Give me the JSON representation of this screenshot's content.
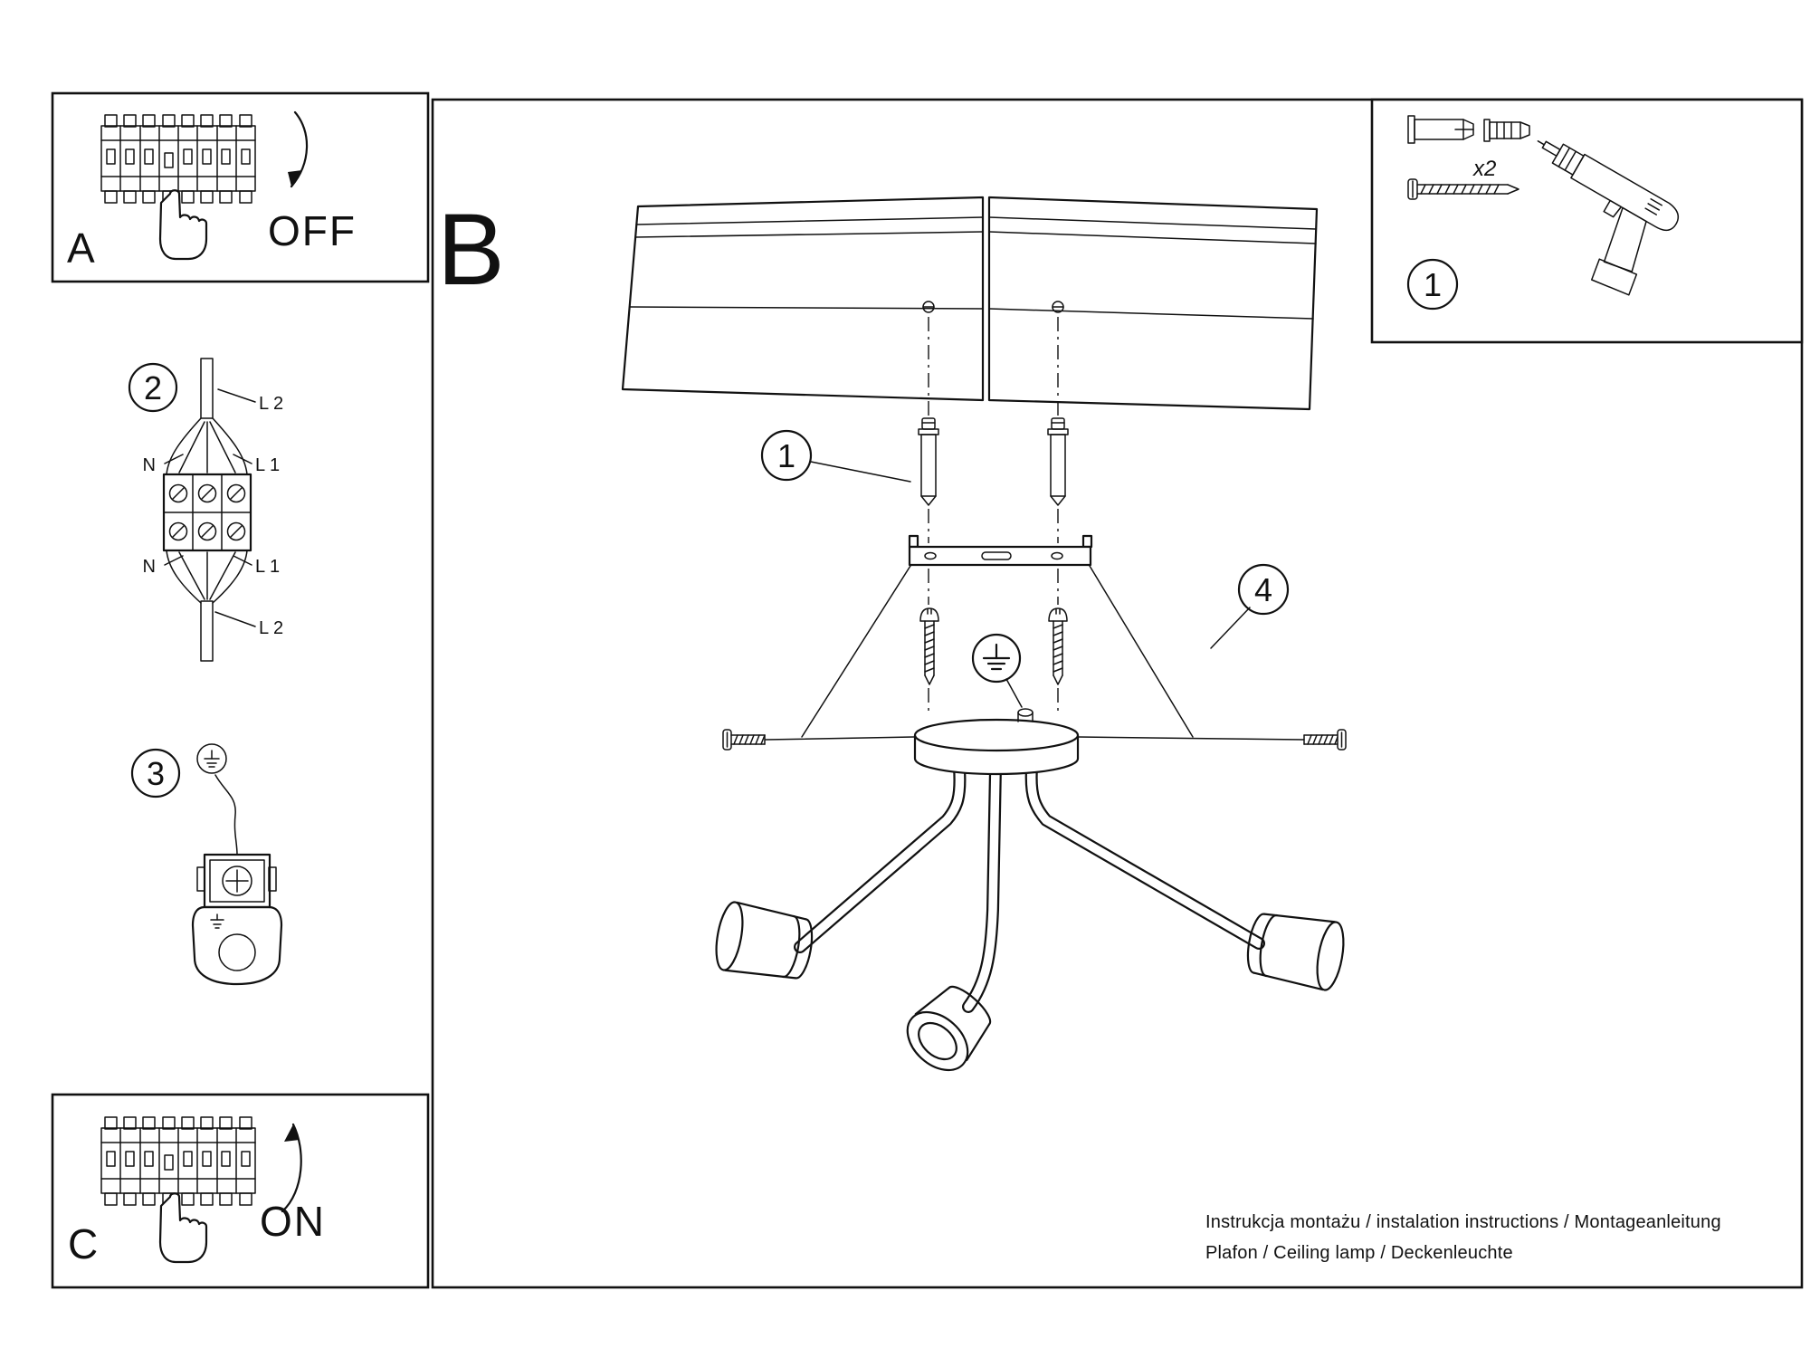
{
  "panel_a": {
    "label": "A",
    "state": "OFF"
  },
  "panel_b": {
    "label": "B"
  },
  "panel_c": {
    "label": "C",
    "state": "ON"
  },
  "callouts": {
    "main_step1": "1",
    "main_step4": "4",
    "wiring_step": "2",
    "ground_step": "3"
  },
  "hardware": {
    "step": "1",
    "quantity": "x2"
  },
  "wiring": {
    "labels": {
      "top": "L 2",
      "upper_right": "L 1",
      "upper_left": "N",
      "lower_left": "N",
      "lower_right": "L 1",
      "bottom": "L 2"
    }
  },
  "footer": {
    "line1": "Instrukcja montażu / instalation instructions / Montageanleitung",
    "line2": "Plafon / Ceiling lamp / Deckenleuchte"
  }
}
